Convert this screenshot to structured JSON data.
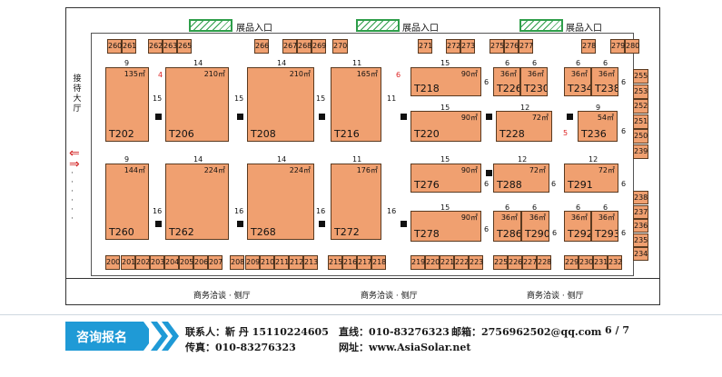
{
  "entrance_label": "展品入口",
  "reception_label": "接待大厅",
  "lounge_label": "商务洽谈 · 侧厅",
  "big_booths": [
    {
      "id": "T202",
      "area": "135㎡"
    },
    {
      "id": "T206",
      "area": "210㎡"
    },
    {
      "id": "T208",
      "area": "210㎡"
    },
    {
      "id": "T216",
      "area": "165㎡"
    },
    {
      "id": "T260",
      "area": "144㎡"
    },
    {
      "id": "T262",
      "area": "224㎡"
    },
    {
      "id": "T268",
      "area": "224㎡"
    },
    {
      "id": "T272",
      "area": "176㎡"
    },
    {
      "id": "T218",
      "area": "90㎡"
    },
    {
      "id": "T220",
      "area": "90㎡"
    },
    {
      "id": "T276",
      "area": "90㎡"
    },
    {
      "id": "T278",
      "area": "90㎡"
    },
    {
      "id": "T226",
      "area": "36㎡"
    },
    {
      "id": "T230",
      "area": "36㎡"
    },
    {
      "id": "T234",
      "area": "36㎡"
    },
    {
      "id": "T238",
      "area": "36㎡"
    },
    {
      "id": "T228",
      "area": "72㎡"
    },
    {
      "id": "T236",
      "area": "54㎡"
    },
    {
      "id": "T288",
      "area": "72㎡"
    },
    {
      "id": "T291",
      "area": "72㎡"
    },
    {
      "id": "T286",
      "area": "36㎡"
    },
    {
      "id": "T290",
      "area": "36㎡"
    },
    {
      "id": "T292",
      "area": "36㎡"
    },
    {
      "id": "T293",
      "area": "36㎡"
    }
  ],
  "top_booths": [
    "260",
    "261",
    "262",
    "263",
    "265",
    "266",
    "267",
    "268",
    "269",
    "270",
    "271",
    "272",
    "273",
    "275",
    "276",
    "277",
    "278",
    "279",
    "280"
  ],
  "bottom_booths": [
    "200",
    "201",
    "202",
    "203",
    "204",
    "205",
    "206",
    "207",
    "208",
    "209",
    "210",
    "211",
    "212",
    "213",
    "215",
    "216",
    "217",
    "218",
    "219",
    "220",
    "221",
    "222",
    "223",
    "225",
    "226",
    "227",
    "228",
    "229",
    "230",
    "231",
    "232"
  ],
  "right_booths_top": [
    "255",
    "253",
    "252",
    "251",
    "250",
    "239"
  ],
  "right_booths_bottom": [
    "238",
    "237",
    "236",
    "235",
    "234"
  ],
  "dimensions": [
    "9",
    "14",
    "14",
    "11",
    "15",
    "6",
    "6",
    "6",
    "6",
    "15",
    "15",
    "15",
    "11",
    "6",
    "4",
    "6",
    "15",
    "12",
    "5",
    "9",
    "6",
    "6",
    "9",
    "14",
    "14",
    "11",
    "15",
    "6",
    "12",
    "6",
    "12",
    "6",
    "15",
    "6",
    "6",
    "6",
    "6",
    "6",
    "16",
    "16",
    "16",
    "16",
    "6",
    "6"
  ],
  "footer": {
    "button_label": "咨询报名",
    "contact": "联系人：靳  丹  15110224605",
    "phone": "直线：010-83276323",
    "email": "邮箱：2756962502@qq.com",
    "page": "6 / 7",
    "fax": "传真：010-83276323",
    "website": "网址：www.AsiaSolar.net"
  },
  "colors": {
    "booth": "#F0A070",
    "accent": "#1F9AD6",
    "door": "#2e9e4a",
    "arrow": "#d22222"
  }
}
